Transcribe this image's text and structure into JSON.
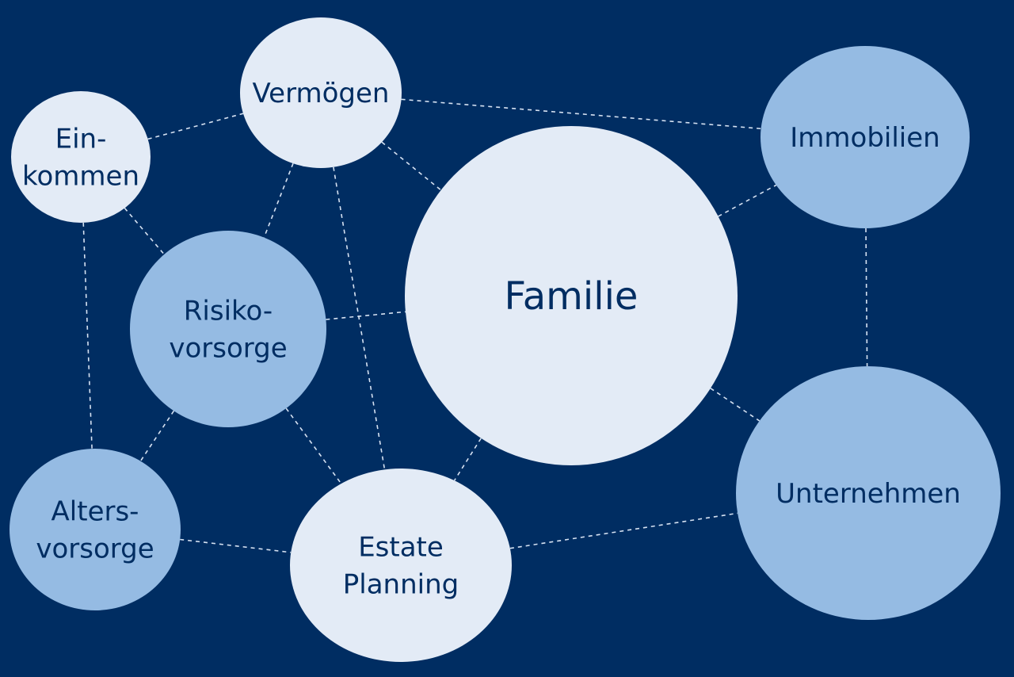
{
  "colors": {
    "background": "#002d62",
    "node_light": "#e3ebf6",
    "node_mid": "#95bbe3",
    "text": "#002d62",
    "edge": "#d6e2f2"
  },
  "nodes": [
    {
      "id": "vermoegen",
      "lines": [
        "Vermögen"
      ],
      "tone": "light"
    },
    {
      "id": "einkommen",
      "lines": [
        "Ein-",
        "kommen"
      ],
      "tone": "light"
    },
    {
      "id": "immobilien",
      "lines": [
        "Immobilien"
      ],
      "tone": "mid"
    },
    {
      "id": "familie",
      "lines": [
        "Familie"
      ],
      "tone": "light"
    },
    {
      "id": "risikovorsorge",
      "lines": [
        "Risiko-",
        "vorsorge"
      ],
      "tone": "mid"
    },
    {
      "id": "altersvorsorge",
      "lines": [
        "Alters-",
        "vorsorge"
      ],
      "tone": "mid"
    },
    {
      "id": "estate-planning",
      "lines": [
        "Estate",
        "Planning"
      ],
      "tone": "light"
    },
    {
      "id": "unternehmen",
      "lines": [
        "Unternehmen"
      ],
      "tone": "mid"
    }
  ],
  "edges": [
    [
      "einkommen",
      "vermoegen"
    ],
    [
      "vermoegen",
      "immobilien"
    ],
    [
      "vermoegen",
      "familie"
    ],
    [
      "vermoegen",
      "risikovorsorge"
    ],
    [
      "vermoegen",
      "estate-planning"
    ],
    [
      "einkommen",
      "risikovorsorge"
    ],
    [
      "einkommen",
      "altersvorsorge"
    ],
    [
      "risikovorsorge",
      "familie"
    ],
    [
      "risikovorsorge",
      "altersvorsorge"
    ],
    [
      "risikovorsorge",
      "estate-planning"
    ],
    [
      "altersvorsorge",
      "estate-planning"
    ],
    [
      "familie",
      "estate-planning"
    ],
    [
      "familie",
      "immobilien"
    ],
    [
      "familie",
      "unternehmen"
    ],
    [
      "immobilien",
      "unternehmen"
    ],
    [
      "estate-planning",
      "unternehmen"
    ]
  ]
}
